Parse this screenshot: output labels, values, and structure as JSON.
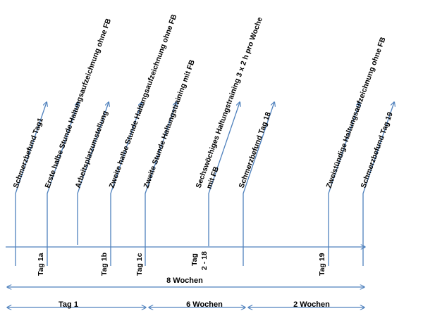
{
  "colors": {
    "line": "#4f81bd",
    "text": "#000000",
    "background": "#ffffff"
  },
  "events": [
    {
      "label": "Schmerzbefund Tag1"
    },
    {
      "label": "Erste halbe Stunde Haltungsaufzeichnung ohne FB"
    },
    {
      "label": "Arbeitsplatzumstellung"
    },
    {
      "label": "Zweite halbe Stunde Haltungsaufzeichnung ohne FB"
    },
    {
      "label": "Zweite Stunde Haltungstraining mit FB"
    },
    {
      "label": "Sechswöchiges Haltungstraining 3 x 2 h pro Woche",
      "label2": "mit FB"
    },
    {
      "label": "Schmerzbefund Tag 18"
    },
    {
      "label": "Zweistündige Haltungsaufzeichnung ohne FB"
    },
    {
      "label": "Schmerzbefund Tag 19"
    }
  ],
  "day_labels": [
    {
      "label": "Tag 1a"
    },
    {
      "label": "Tag 1b"
    },
    {
      "label": "Tag 1c"
    },
    {
      "label": "Tag",
      "label2": "2 - 18"
    },
    {
      "label": "Tag 19"
    }
  ],
  "spans": {
    "total": {
      "label": "8 Wochen"
    },
    "segments": [
      {
        "label": "Tag 1"
      },
      {
        "label": "6 Wochen"
      },
      {
        "label": "2 Wochen"
      }
    ]
  }
}
